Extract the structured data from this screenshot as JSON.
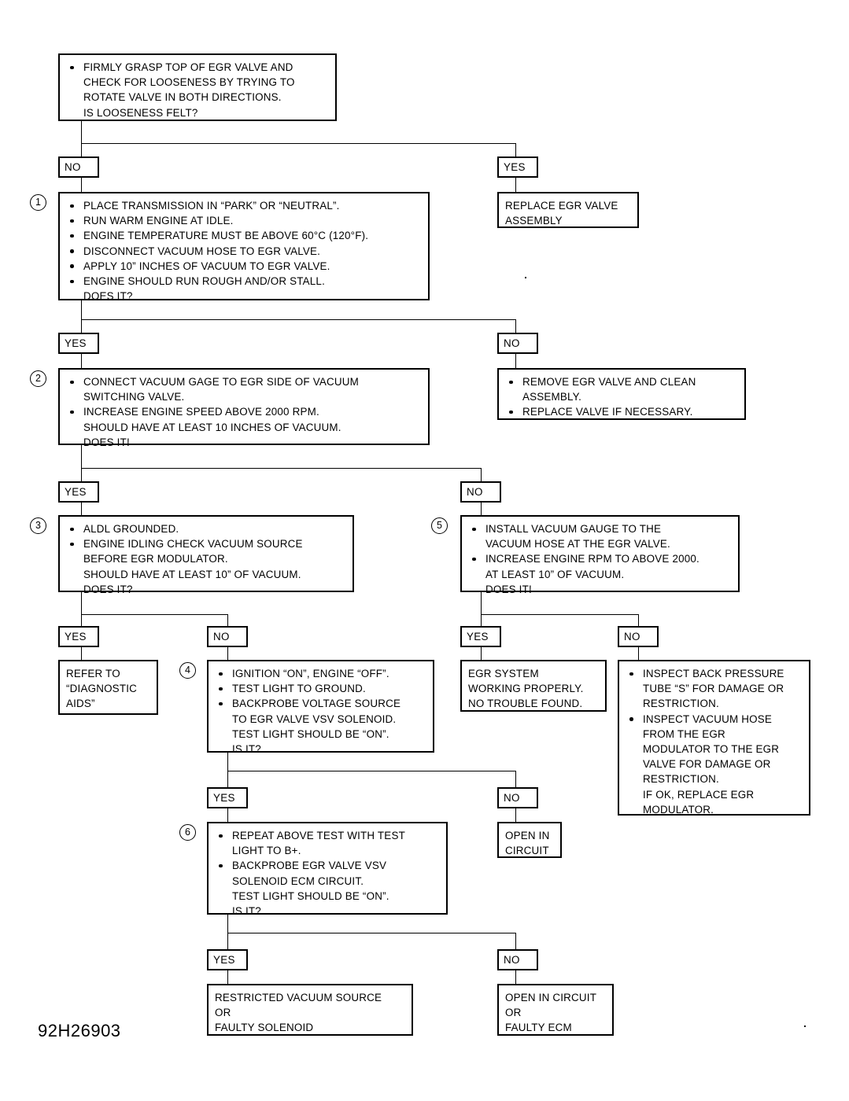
{
  "document": {
    "type": "diagnostic-flowchart",
    "page_code": "92H26903",
    "subject": "EGR valve diagnostic chart"
  },
  "nodes": {
    "start": {
      "id": "start",
      "lines": [
        "FIRMLY GRASP TOP OF EGR VALVE AND",
        "CHECK FOR LOOSENESS BY TRYING TO",
        "ROTATE VALVE IN BOTH DIRECTIONS.",
        "IS LOOSENESS FELT?"
      ]
    },
    "replace_valve": {
      "id": "replace_valve",
      "lines": [
        "REPLACE EGR VALVE",
        "ASSEMBLY"
      ]
    },
    "step1": {
      "id": "step1",
      "number": "1",
      "bullets": [
        "PLACE TRANSMISSION IN “PARK” OR “NEUTRAL”.",
        "RUN WARM ENGINE AT IDLE.",
        "ENGINE TEMPERATURE MUST BE ABOVE 60°C (120°F).",
        "DISCONNECT VACUUM HOSE TO EGR VALVE.",
        "APPLY 10” INCHES OF VACUUM TO EGR VALVE.",
        "ENGINE SHOULD RUN ROUGH AND/OR STALL."
      ],
      "tail": [
        "DOES IT?"
      ]
    },
    "remove_clean": {
      "id": "remove_clean",
      "bullets": [
        "REMOVE EGR VALVE AND CLEAN",
        "REPLACE VALVE IF NECESSARY."
      ],
      "bullet_lines": [
        [
          "REMOVE EGR VALVE AND CLEAN",
          "ASSEMBLY."
        ],
        [
          "REPLACE VALVE IF NECESSARY."
        ]
      ]
    },
    "step2": {
      "id": "step2",
      "number": "2",
      "bullet_lines": [
        [
          "CONNECT VACUUM GAGE TO EGR SIDE OF VACUUM",
          "SWITCHING VALVE."
        ],
        [
          "INCREASE ENGINE SPEED ABOVE 2000 RPM.",
          "SHOULD HAVE AT LEAST 10 INCHES OF VACUUM.",
          "DOES IT!"
        ]
      ]
    },
    "step3": {
      "id": "step3",
      "number": "3",
      "bullet_lines": [
        [
          "ALDL GROUNDED."
        ],
        [
          "ENGINE IDLING CHECK VACUUM SOURCE",
          "BEFORE EGR MODULATOR.",
          "SHOULD HAVE AT LEAST 10” OF VACUUM.",
          "DOES IT?"
        ]
      ]
    },
    "step5": {
      "id": "step5",
      "number": "5",
      "bullet_lines": [
        [
          "INSTALL VACUUM GAUGE TO THE",
          "VACUUM HOSE AT THE EGR VALVE."
        ],
        [
          "INCREASE ENGINE RPM TO ABOVE 2000.",
          "AT LEAST 10” OF VACUUM.",
          "DOES IT!"
        ]
      ]
    },
    "refer_aids": {
      "id": "refer_aids",
      "lines": [
        "REFER TO",
        "“DIAGNOSTIC",
        "AIDS”"
      ]
    },
    "step4": {
      "id": "step4",
      "number": "4",
      "bullet_lines": [
        [
          "IGNITION “ON”, ENGINE “OFF”."
        ],
        [
          "TEST LIGHT TO GROUND."
        ],
        [
          "BACKPROBE VOLTAGE SOURCE",
          "TO EGR VALVE VSV SOLENOID.",
          "TEST LIGHT SHOULD BE “ON”.",
          "IS IT?"
        ]
      ]
    },
    "egr_ok": {
      "id": "egr_ok",
      "lines": [
        "EGR SYSTEM",
        "WORKING PROPERLY.",
        "NO TROUBLE FOUND."
      ]
    },
    "inspect_tube": {
      "id": "inspect_tube",
      "bullet_lines": [
        [
          "INSPECT BACK PRESSURE",
          "TUBE “S” FOR DAMAGE OR",
          "RESTRICTION."
        ],
        [
          "INSPECT VACUUM HOSE",
          "FROM THE EGR",
          "MODULATOR TO THE EGR",
          "VALVE FOR DAMAGE OR",
          "RESTRICTION.",
          "IF OK, REPLACE EGR",
          "MODULATOR."
        ]
      ]
    },
    "step6": {
      "id": "step6",
      "number": "6",
      "bullet_lines": [
        [
          "REPEAT ABOVE TEST WITH TEST",
          "LIGHT TO B+."
        ],
        [
          "BACKPROBE EGR VALVE VSV",
          "SOLENOID ECM CIRCUIT.",
          "TEST LIGHT SHOULD BE “ON”.",
          "IS IT?"
        ]
      ]
    },
    "open_circuit": {
      "id": "open_circuit",
      "lines": [
        "OPEN IN",
        "CIRCUIT"
      ]
    },
    "restricted_vac": {
      "id": "restricted_vac",
      "lines": [
        "RESTRICTED VACUUM SOURCE",
        "OR",
        "FAULTY SOLENOID"
      ]
    },
    "open_ecm": {
      "id": "open_ecm",
      "lines": [
        "OPEN IN CIRCUIT",
        "OR",
        "FAULTY ECM"
      ]
    }
  },
  "branch_labels": {
    "start_no": "NO",
    "start_yes": "YES",
    "step1_yes": "YES",
    "step1_no": "NO",
    "step2_yes": "YES",
    "step2_no": "NO",
    "step3_yes": "YES",
    "step3_no": "NO",
    "step5_yes": "YES",
    "step5_no": "NO",
    "step4_yes": "YES",
    "step4_no": "NO",
    "step6_yes": "YES",
    "step6_no": "NO"
  }
}
